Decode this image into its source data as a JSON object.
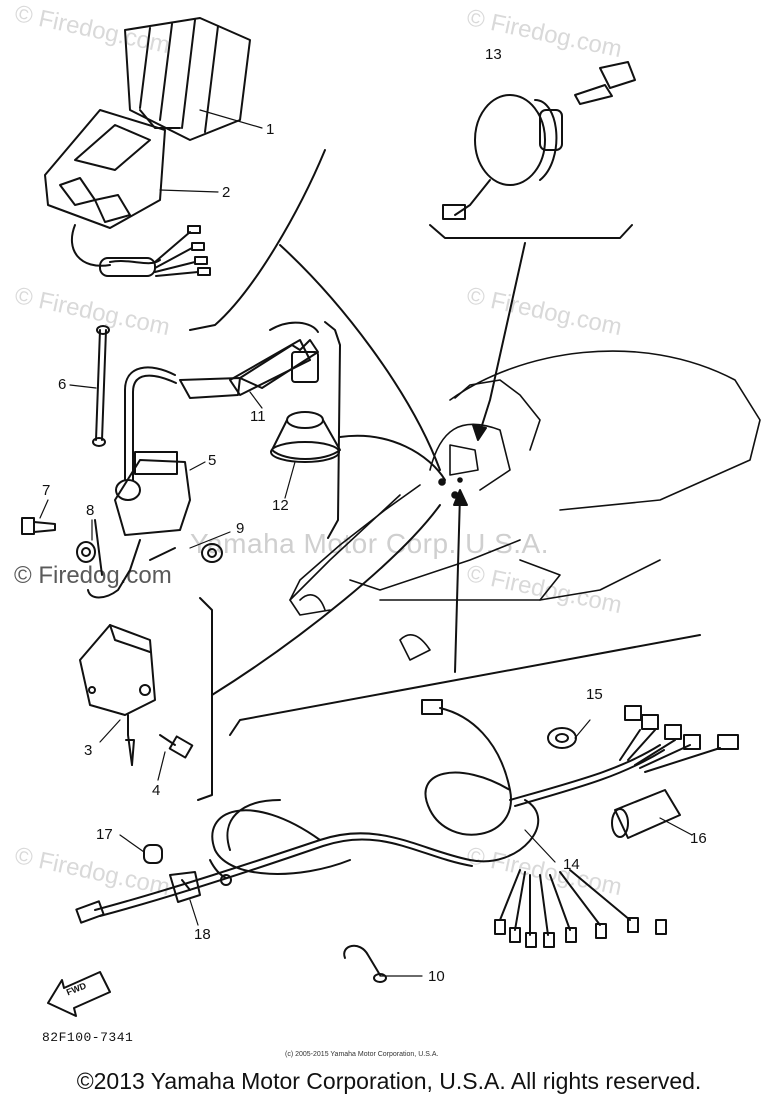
{
  "watermarks": {
    "top_left": "© Firedog.com",
    "top_right": "© Firedog.com",
    "mid_left": "© Firedog.com",
    "mid_right": "© Firedog.com",
    "left_dark": "© Firedog.com",
    "right_lower": "© Firedog.com",
    "left_bottom": "© Firedog.com",
    "right_bottom": "© Firedog.com",
    "center": "Yamaha Motor Corp. U.S.A."
  },
  "callouts": [
    "1",
    "2",
    "3",
    "4",
    "5",
    "6",
    "7",
    "8",
    "9",
    "10",
    "11",
    "12",
    "13",
    "14",
    "15",
    "16",
    "17",
    "18"
  ],
  "arrow_label": "FWD",
  "part_code": "82F100-7341",
  "small_copyright": "(c) 2005-2015 Yamaha Motor Corporation, U.S.A.",
  "copyright": "©2013 Yamaha Motor Corporation, U.S.A. All rights reserved."
}
